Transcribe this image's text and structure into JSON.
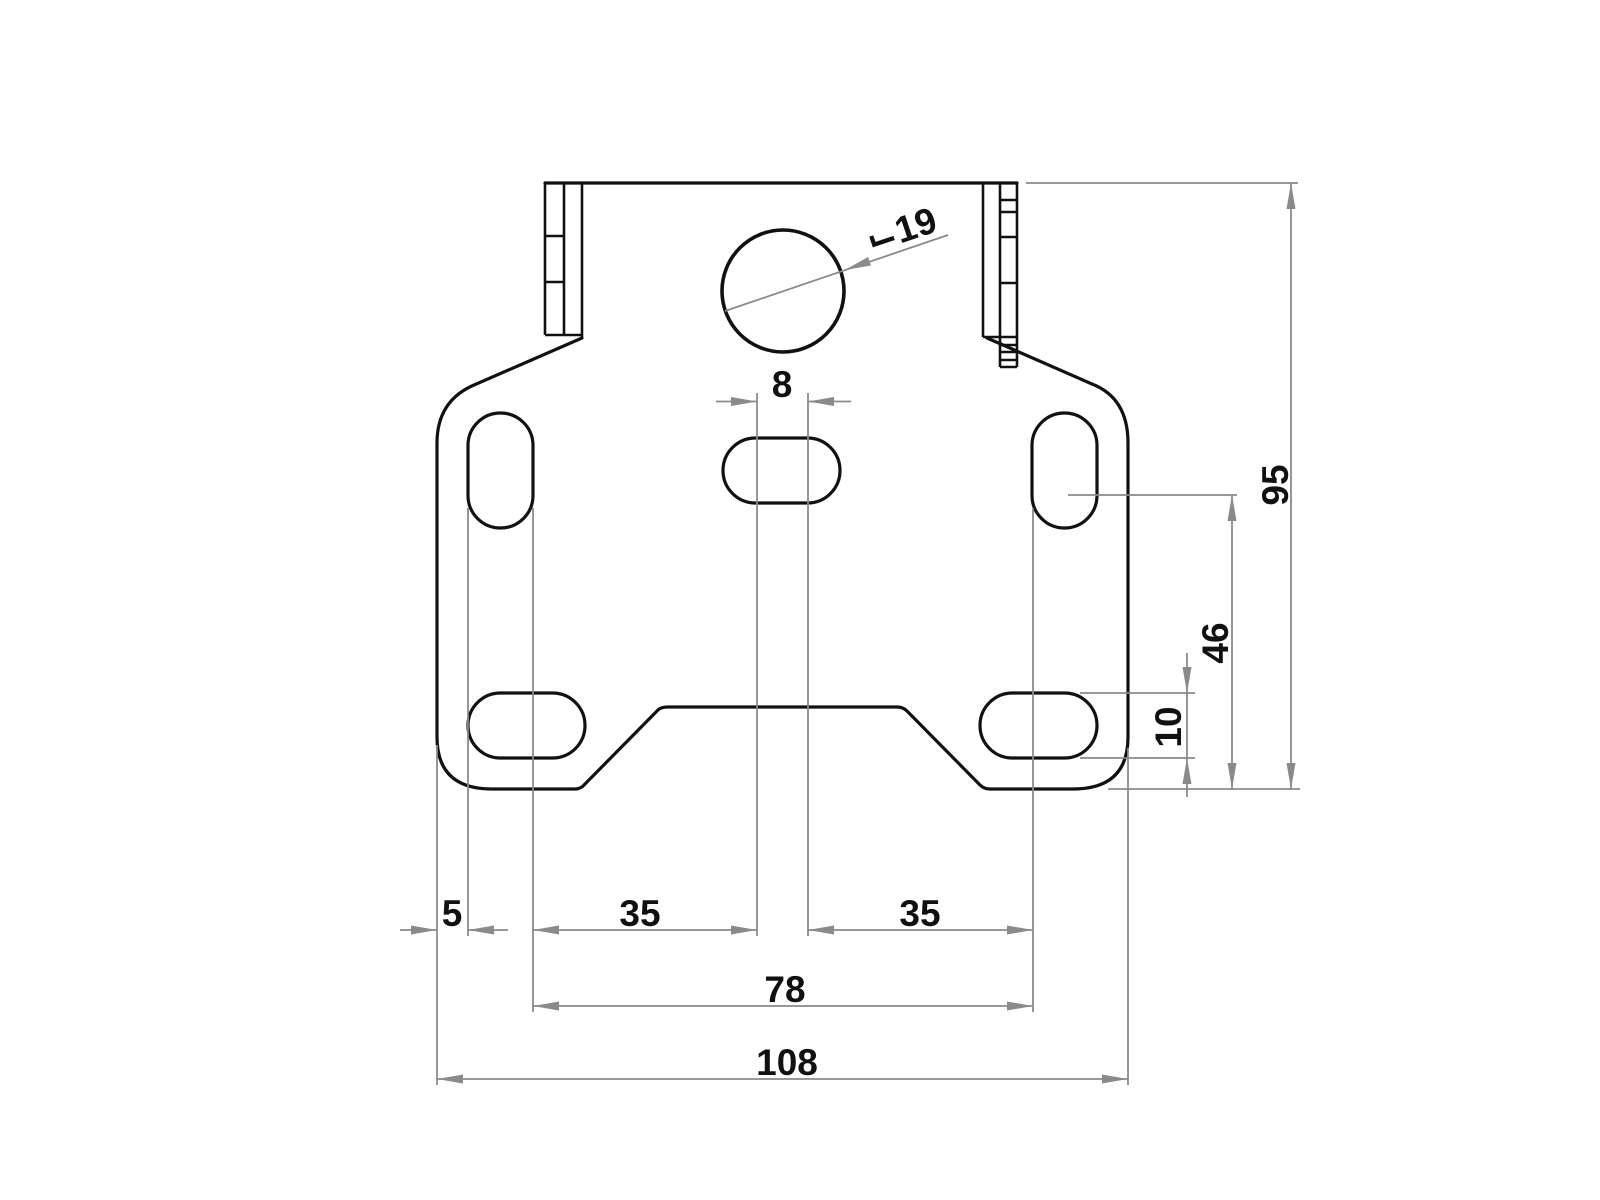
{
  "drawing": {
    "title": "bracket-mounting-plate-technical-drawing",
    "view": "front",
    "units": "mm",
    "labels": {
      "slot_pitch_top": "8",
      "hole_diameter": "⌙19",
      "overall_height": "95",
      "slot_center_to_bottom": "46",
      "slot_width": "10",
      "edge_to_slot_offset": "5",
      "left_slot_spacing": "35",
      "right_slot_spacing": "35",
      "inner_slot_span": "78",
      "overall_width": "108"
    },
    "features": {
      "center_hole": "round hole diameter 19",
      "slots": "5 stadium slots: upper-left, upper-right vertical; lower-left, lower-right, center horizontal",
      "tabs": "two hatched fold tabs at top edge"
    },
    "colors": {
      "background": "#ffffff",
      "outline": "#111111",
      "dimension": "#8a8a8a",
      "label": "#111111"
    }
  }
}
